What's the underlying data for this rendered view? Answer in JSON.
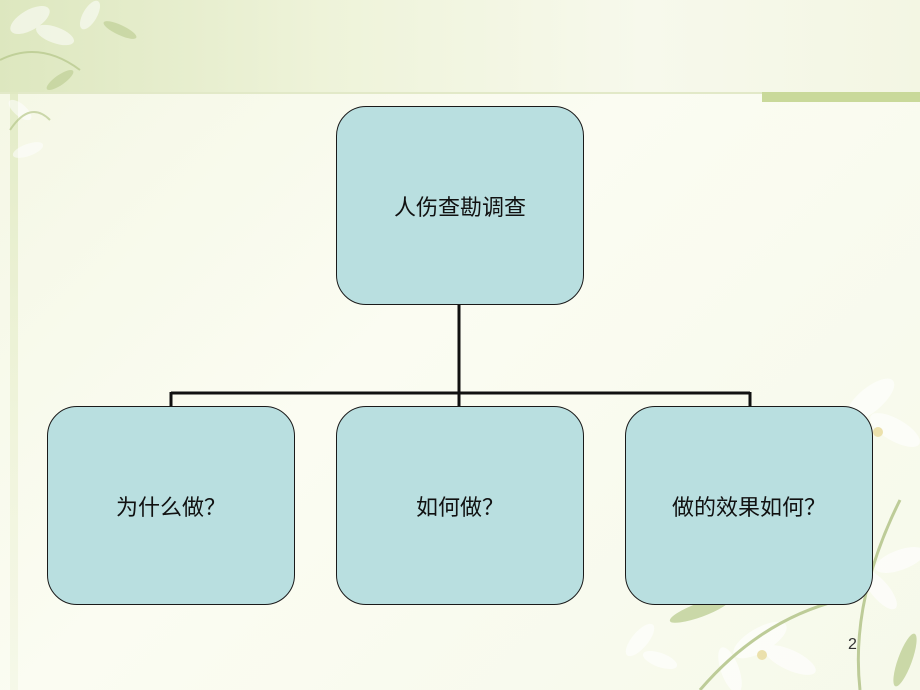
{
  "diagram": {
    "root": "人伤查勘调查",
    "children": [
      "为什么做？",
      "如何做？",
      "做的效果如何？"
    ]
  },
  "slide": {
    "page_number": "2"
  },
  "colors": {
    "box_fill": "#b9dfe0",
    "box_border": "#1a1a1a",
    "accent": "#c9d99a"
  }
}
